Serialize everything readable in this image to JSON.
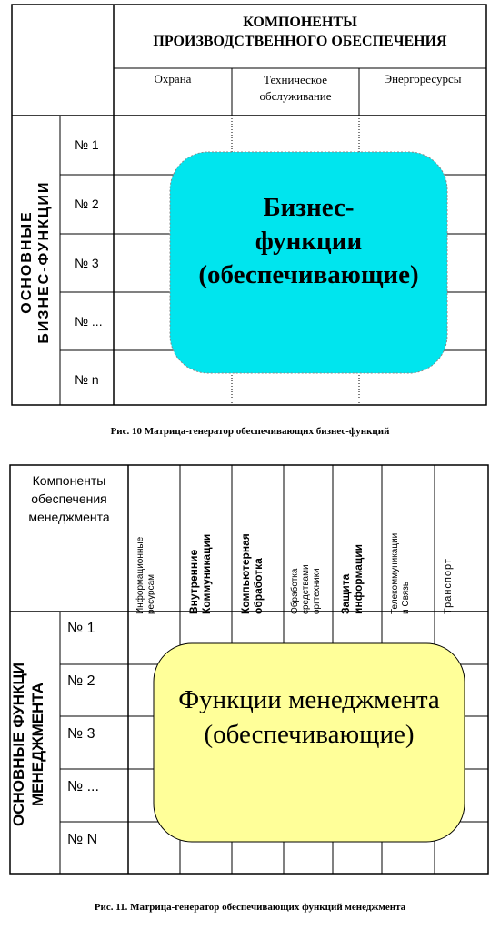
{
  "figure1": {
    "header_title_line1": "КОМПОНЕНТЫ",
    "header_title_line2": "ПРОИЗВОДСТВЕННОГО ОБЕСПЕЧЕНИЯ",
    "columns": [
      "Охрана",
      "Техническое обслуживание",
      "Энергоресурсы"
    ],
    "row_group_line1": "ОСНОВНЫЕ",
    "row_group_line2": "БИЗНЕС-ФУНКЦИИ",
    "rows": [
      "№ 1",
      "№ 2",
      "№ 3",
      "№ ...",
      "№ n"
    ],
    "box_line1": "Бизнес-",
    "box_line2": "функции",
    "box_line3": "(обеспечивающие)",
    "box_color": "#00e5ee",
    "caption": "Рис. 10 Матрица-генератор обеспечивающих бизнес-функций"
  },
  "figure2": {
    "header_line1": "Компоненты",
    "header_line2": "обеспечения",
    "header_line3": "менеджмента",
    "columns": [
      {
        "line1": "Информационные",
        "line2": "ресурсам"
      },
      {
        "line1": "Внутренние",
        "line2": "Коммуникации"
      },
      {
        "line1": "Компьютерная",
        "line2": "обработка"
      },
      {
        "line1": "Обработка",
        "line2": "средствами",
        "line3": "оргтехники"
      },
      {
        "line1": "Защита",
        "line2": "информации"
      },
      {
        "line1": "Телекоммуникации",
        "line2": "и Связь"
      },
      {
        "line1": "Транспорт"
      }
    ],
    "row_group_line1": "ОСНОВНЫЕ ФУНКЦИ",
    "row_group_line2": "МЕНЕДЖМЕНТА",
    "rows": [
      "№ 1",
      "№ 2",
      "№ 3",
      "№ ...",
      "№ N"
    ],
    "box_line1": "Функции менеджмента",
    "box_line2": "(обеспечивающие)",
    "box_color": "#ffff99",
    "caption": "Рис.  11. Матрица-генератор обеспечивающих функций менеджмента"
  }
}
